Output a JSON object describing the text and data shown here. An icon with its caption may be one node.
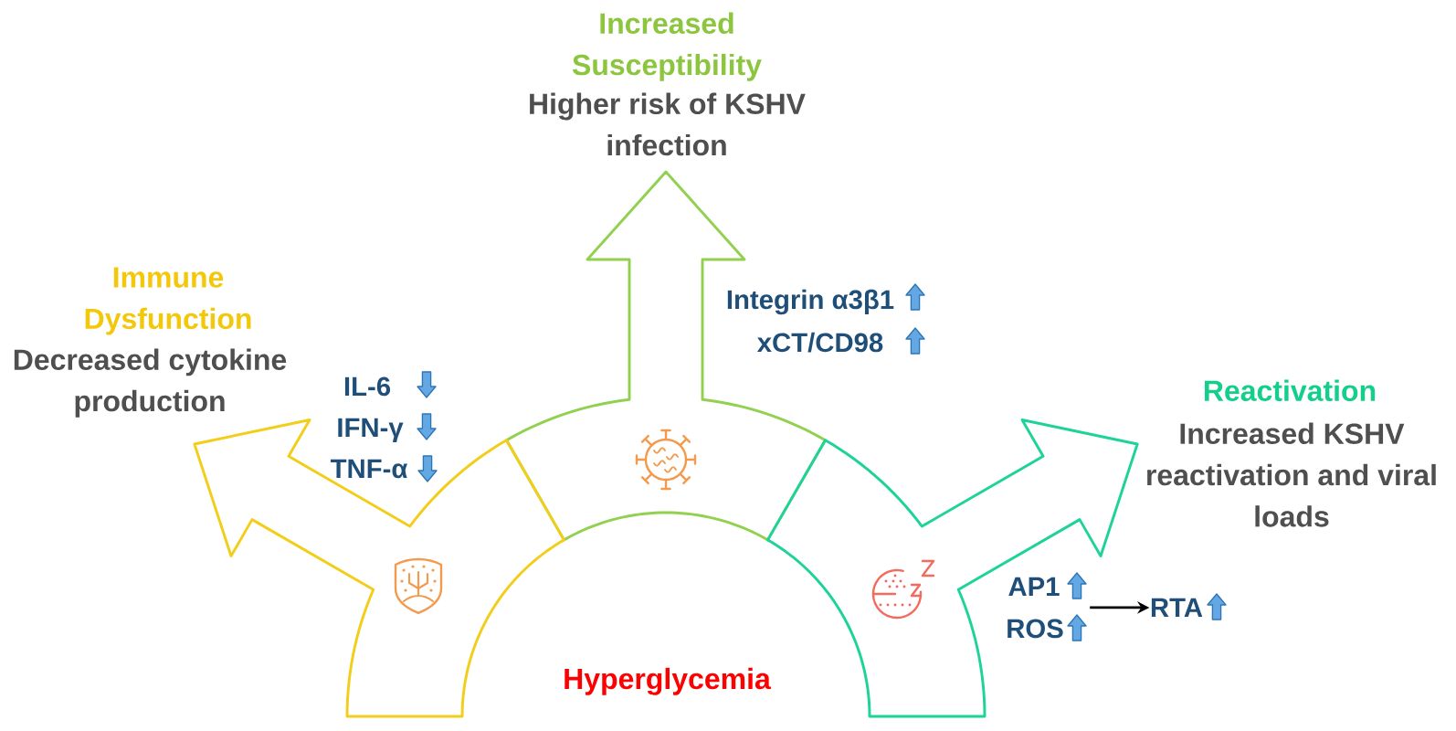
{
  "diagram": {
    "nodes": [
      {
        "text": [
          "Increased Susceptibility",
          "Higher risk of KSHV infection"
        ],
        "beside": [
          "Integrin α3β1",
          "xCT/CD98"
        ]
      },
      {
        "text": [
          "Immune Dysfunction",
          "Decreased cytokine production"
        ],
        "beside": [
          "IL-6",
          "IFN-γ",
          "TNF-α"
        ]
      },
      {
        "text": [
          "Reactivation",
          "Increased KSHV reactivation and viral loads"
        ]
      },
      {
        "text": [
          "AP1"
        ]
      },
      {
        "text": [
          "ROS"
        ]
      },
      {
        "text": [
          "RTA"
        ]
      },
      {
        "text": [
          "Hyperglycemia"
        ]
      }
    ],
    "edges": [
      {
        "from": 3,
        "to": 5,
        "arrow": "to"
      },
      {
        "from": 4,
        "to": 5,
        "arrow": "to"
      }
    ]
  }
}
